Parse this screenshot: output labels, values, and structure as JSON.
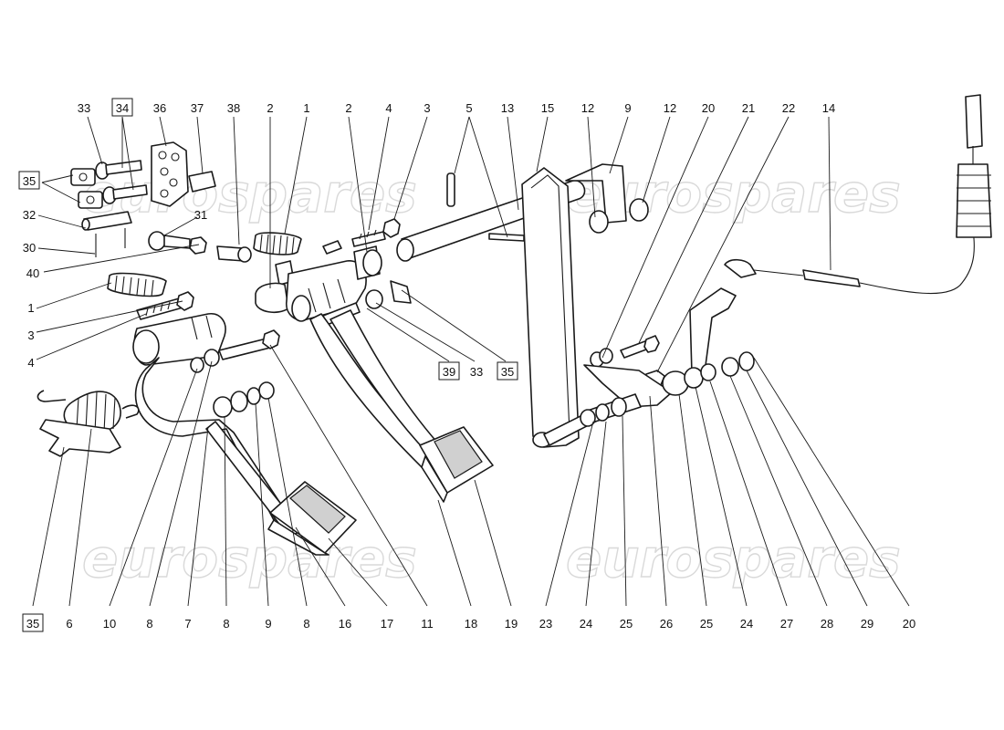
{
  "watermark": {
    "text": "eurospares"
  },
  "labels": {
    "top_33": "33",
    "top_34": "34",
    "top_36": "36",
    "top_37": "37",
    "top_38": "38",
    "top_2a": "2",
    "top_1": "1",
    "top_2b": "2",
    "top_4": "4",
    "top_3": "3",
    "top_5": "5",
    "top_13": "13",
    "top_15": "15",
    "top_12a": "12",
    "top_9": "9",
    "top_12b": "12",
    "top_20": "20",
    "top_21": "21",
    "top_22": "22",
    "top_14": "14",
    "left_35": "35",
    "left_32": "32",
    "left_31": "31",
    "left_30": "30",
    "left_40": "40",
    "left_1": "1",
    "left_3": "3",
    "left_4": "4",
    "mid_39": "39",
    "mid_33": "33",
    "mid_35": "35",
    "bot_35": "35",
    "bot_6": "6",
    "bot_10": "10",
    "bot_8a": "8",
    "bot_7": "7",
    "bot_8b": "8",
    "bot_9": "9",
    "bot_8c": "8",
    "bot_16": "16",
    "bot_17": "17",
    "bot_11": "11",
    "bot_18": "18",
    "bot_19": "19",
    "bot_23": "23",
    "bot_24a": "24",
    "bot_25a": "25",
    "bot_26": "26",
    "bot_25b": "25",
    "bot_24b": "24",
    "bot_27": "27",
    "bot_28": "28",
    "bot_29": "29",
    "bot_20": "20"
  }
}
